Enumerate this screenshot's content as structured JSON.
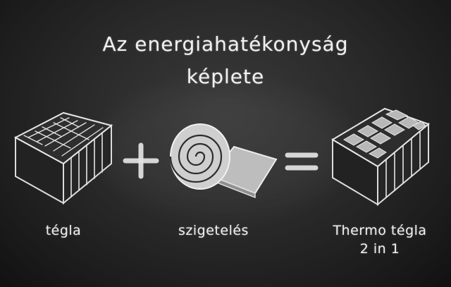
{
  "title": {
    "line1": "Az energiahatékonyság",
    "line2": "képlete"
  },
  "items": {
    "brick": {
      "label": "tégla"
    },
    "insulation": {
      "label": "szigetelés"
    },
    "thermo": {
      "line1": "Thermo tégla",
      "line2": "2 in 1"
    }
  },
  "operators": {
    "plus": "+",
    "equals": "="
  },
  "colors": {
    "board": "#2a2a2a",
    "chalk": "#e4e4e4"
  }
}
